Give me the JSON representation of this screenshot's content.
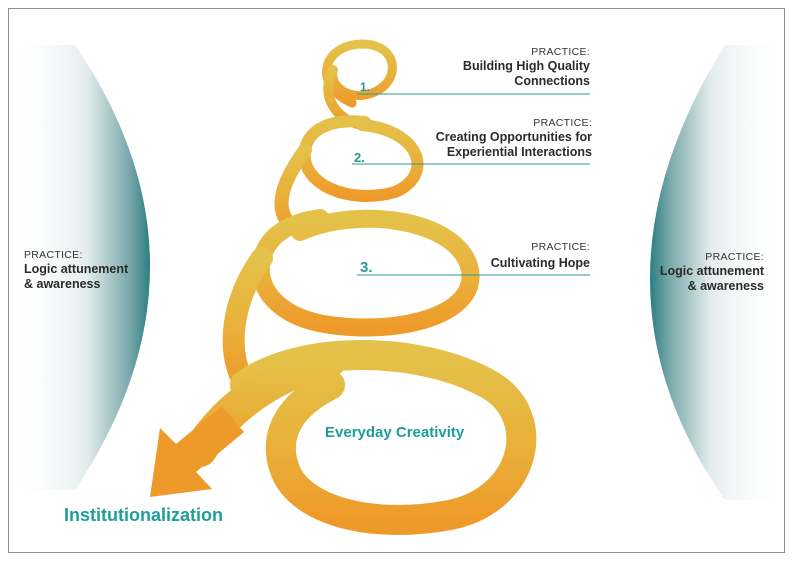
{
  "colors": {
    "teal": "#1e9e9a",
    "teal_dark": "#2b7f84",
    "spiral_top": "#e4c24a",
    "spiral_bottom": "#ee9a2a",
    "text": "#333333"
  },
  "left_panel": {
    "practice_label": "PRACTICE:",
    "title_line1": "Logic attunement",
    "title_line2": "& awareness"
  },
  "right_panel": {
    "practice_label": "PRACTICE:",
    "title_line1": "Logic attunement",
    "title_line2": "& awareness"
  },
  "steps": [
    {
      "number": "1.",
      "practice_label": "PRACTICE:",
      "title_line1": "Building High Quality",
      "title_line2": "Connections"
    },
    {
      "number": "2.",
      "practice_label": "PRACTICE:",
      "title_line1": "Creating Opportunities for",
      "title_line2": "Experiential Interactions"
    },
    {
      "number": "3.",
      "practice_label": "PRACTICE:",
      "title_line1": "Cultivating Hope",
      "title_line2": ""
    }
  ],
  "center_label": "Everyday Creativity",
  "bottom_label": "Institutionalization"
}
